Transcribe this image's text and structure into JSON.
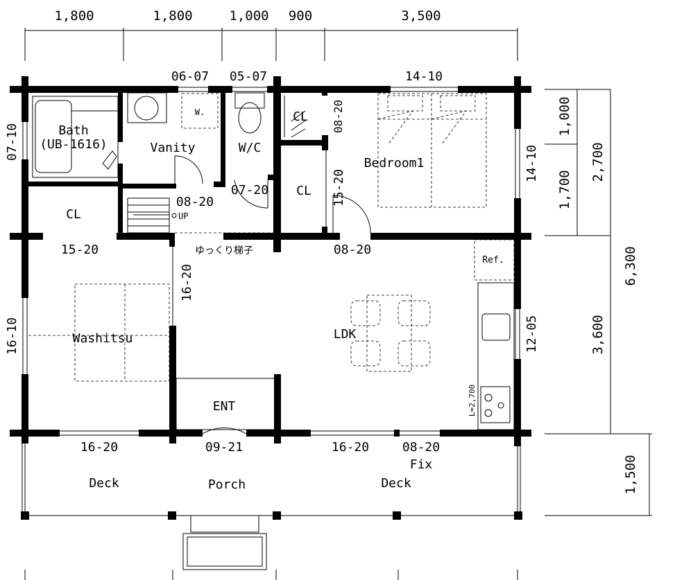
{
  "dimensions": {
    "top": [
      "1,800",
      "1,800",
      "1,000",
      "900",
      "3,500"
    ],
    "right_inner": [
      "1,000",
      "1,700"
    ],
    "right_mid": [
      "2,700",
      "3,600"
    ],
    "right_outer": [
      "6,300",
      "1,500"
    ],
    "height_note": "L=2,700"
  },
  "rooms": {
    "bath": "Bath",
    "bath_unit": "(UB-1616)",
    "vanity": "Vanity",
    "wc": "W/C",
    "closet": "CL",
    "bedroom": "Bedroom1",
    "washitsu": "Washitsu",
    "ldk": "LDK",
    "entrance": "ENT",
    "porch": "Porch",
    "deck": "Deck",
    "washer": "W.",
    "fridge": "Ref.",
    "stair_up": "UP",
    "stair_note": "ゆっくり梯子",
    "fix": "Fix"
  },
  "openings": {
    "bath_window": "07-10",
    "vanity_window": "06-07",
    "wc_window": "05-07",
    "bed_top_window": "14-10",
    "bed_right_window": "14-10",
    "wc_door": "07-20",
    "vanity_door": "08-20",
    "closet_door": "15-20",
    "bedroom_door": "08-20",
    "closet_small": "08-20",
    "stair_hall_opening": "16-20",
    "storage_opening": "15-20",
    "washitsu_window": "16-10",
    "kitchen_window": "12-05",
    "washitsu_deck_window": "16-20",
    "entrance_door": "09-21",
    "ldk_deck_window": "16-20",
    "fix_window": "08-20"
  }
}
